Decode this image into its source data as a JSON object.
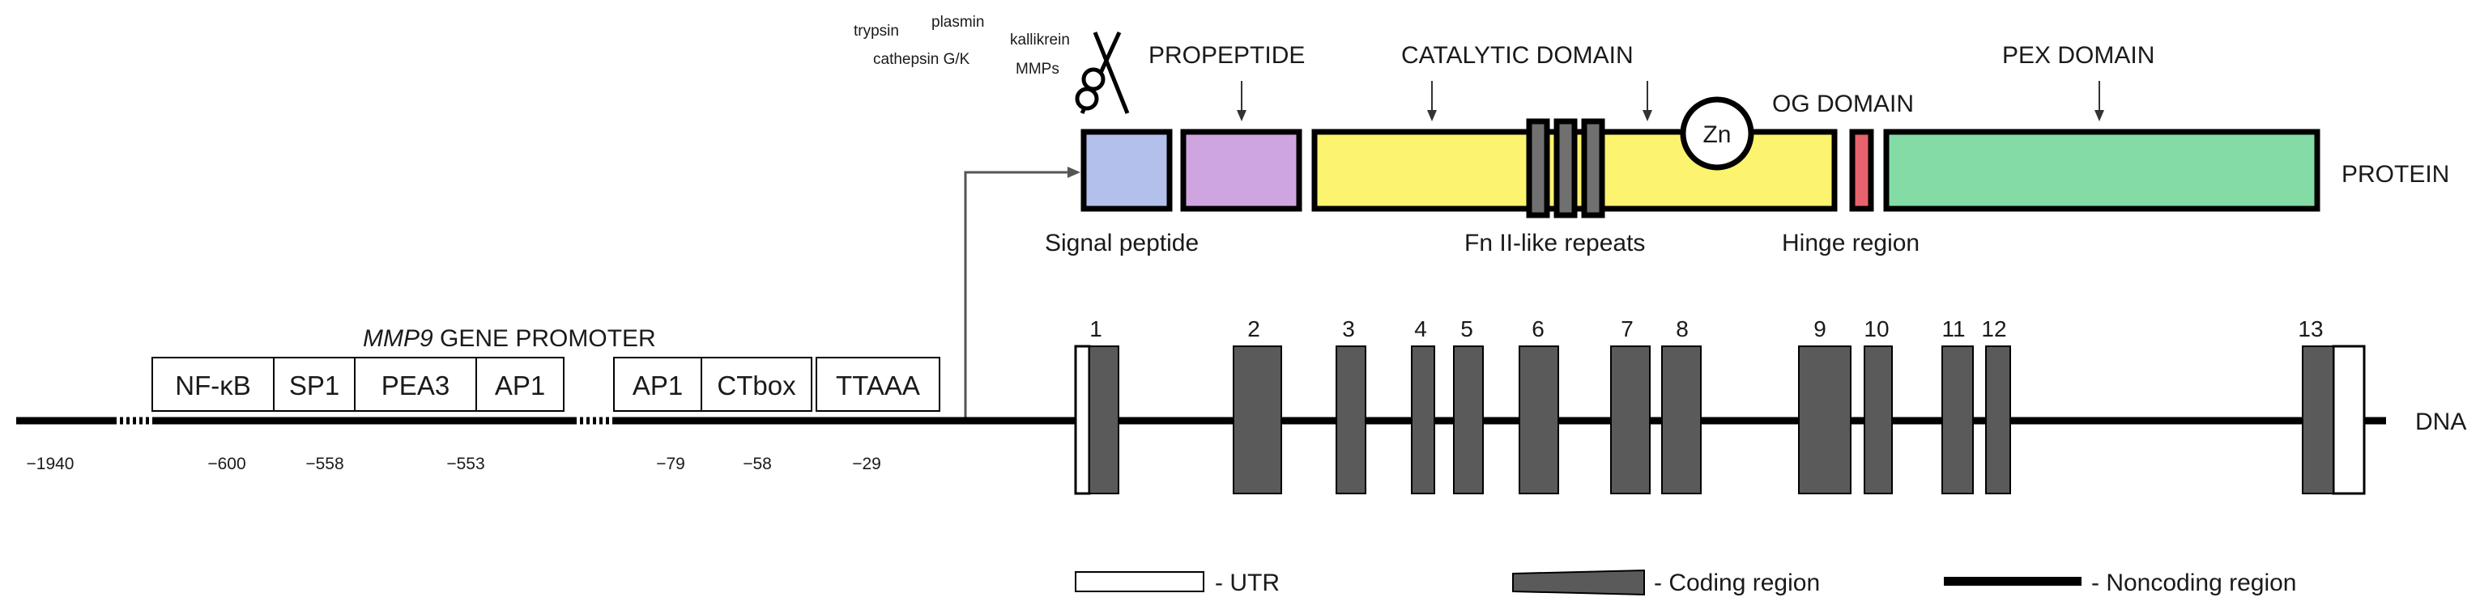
{
  "protease_labels": [
    "trypsin",
    "plasmin",
    "kallikrein",
    "cathepsin G/K",
    "MMPs"
  ],
  "protein": {
    "row_label": "PROTEIN",
    "domain_labels": [
      "PROPEPTIDE",
      "CATALYTIC DOMAIN",
      "OG DOMAIN",
      "PEX DOMAIN"
    ],
    "zinc_label": "Zn",
    "sublabels": [
      "Signal peptide",
      "Fn II-like repeats",
      "Hinge region"
    ],
    "colors": {
      "signal": "#b3c0ec",
      "propeptide": "#cfa5e0",
      "catalytic": "#fcf36e",
      "fn_repeat": "#707070",
      "hinge": "#e8626d",
      "pex": "#84dba5"
    }
  },
  "promoter": {
    "title_gene": "MMP9",
    "title_rest": " GENE PROMOTER",
    "elements": [
      "NF-κB",
      "SP1",
      "PEA3",
      "AP1",
      "AP1",
      "CTbox",
      "TTAAA"
    ],
    "positions": [
      "−1940",
      "−600",
      "−558",
      "−553",
      "−79",
      "−58",
      "−29"
    ]
  },
  "dna": {
    "row_label": "DNA",
    "exon_numbers": [
      "1",
      "2",
      "3",
      "4",
      "5",
      "6",
      "7",
      "8",
      "9",
      "10",
      "11",
      "12",
      "13"
    ],
    "colors": {
      "coding": "#5a5a5a",
      "utr": "#ffffff",
      "line": "#000000"
    }
  },
  "legend": {
    "utr": "- UTR",
    "coding": "- Coding region",
    "noncoding": "- Noncoding region"
  }
}
